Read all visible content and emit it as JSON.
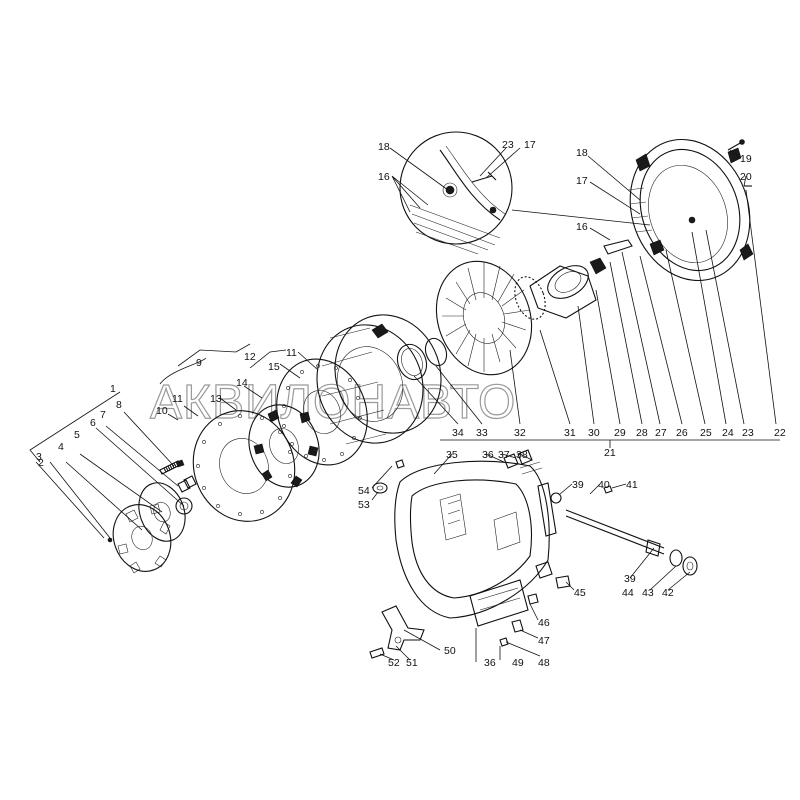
{
  "watermark": "АКВИЛОНАВТО",
  "callouts": [
    "1",
    "2",
    "3",
    "4",
    "5",
    "6",
    "7",
    "8",
    "9",
    "10",
    "11",
    "12",
    "13",
    "14",
    "15",
    "16",
    "17",
    "18",
    "19",
    "20",
    "21",
    "22",
    "23",
    "24",
    "25",
    "26",
    "27",
    "28",
    "29",
    "30",
    "31",
    "32",
    "33",
    "34",
    "35",
    "36",
    "37",
    "38",
    "39",
    "40",
    "41",
    "42",
    "43",
    "44",
    "45",
    "46",
    "47",
    "48",
    "49",
    "50",
    "51",
    "52",
    "53",
    "54"
  ]
}
